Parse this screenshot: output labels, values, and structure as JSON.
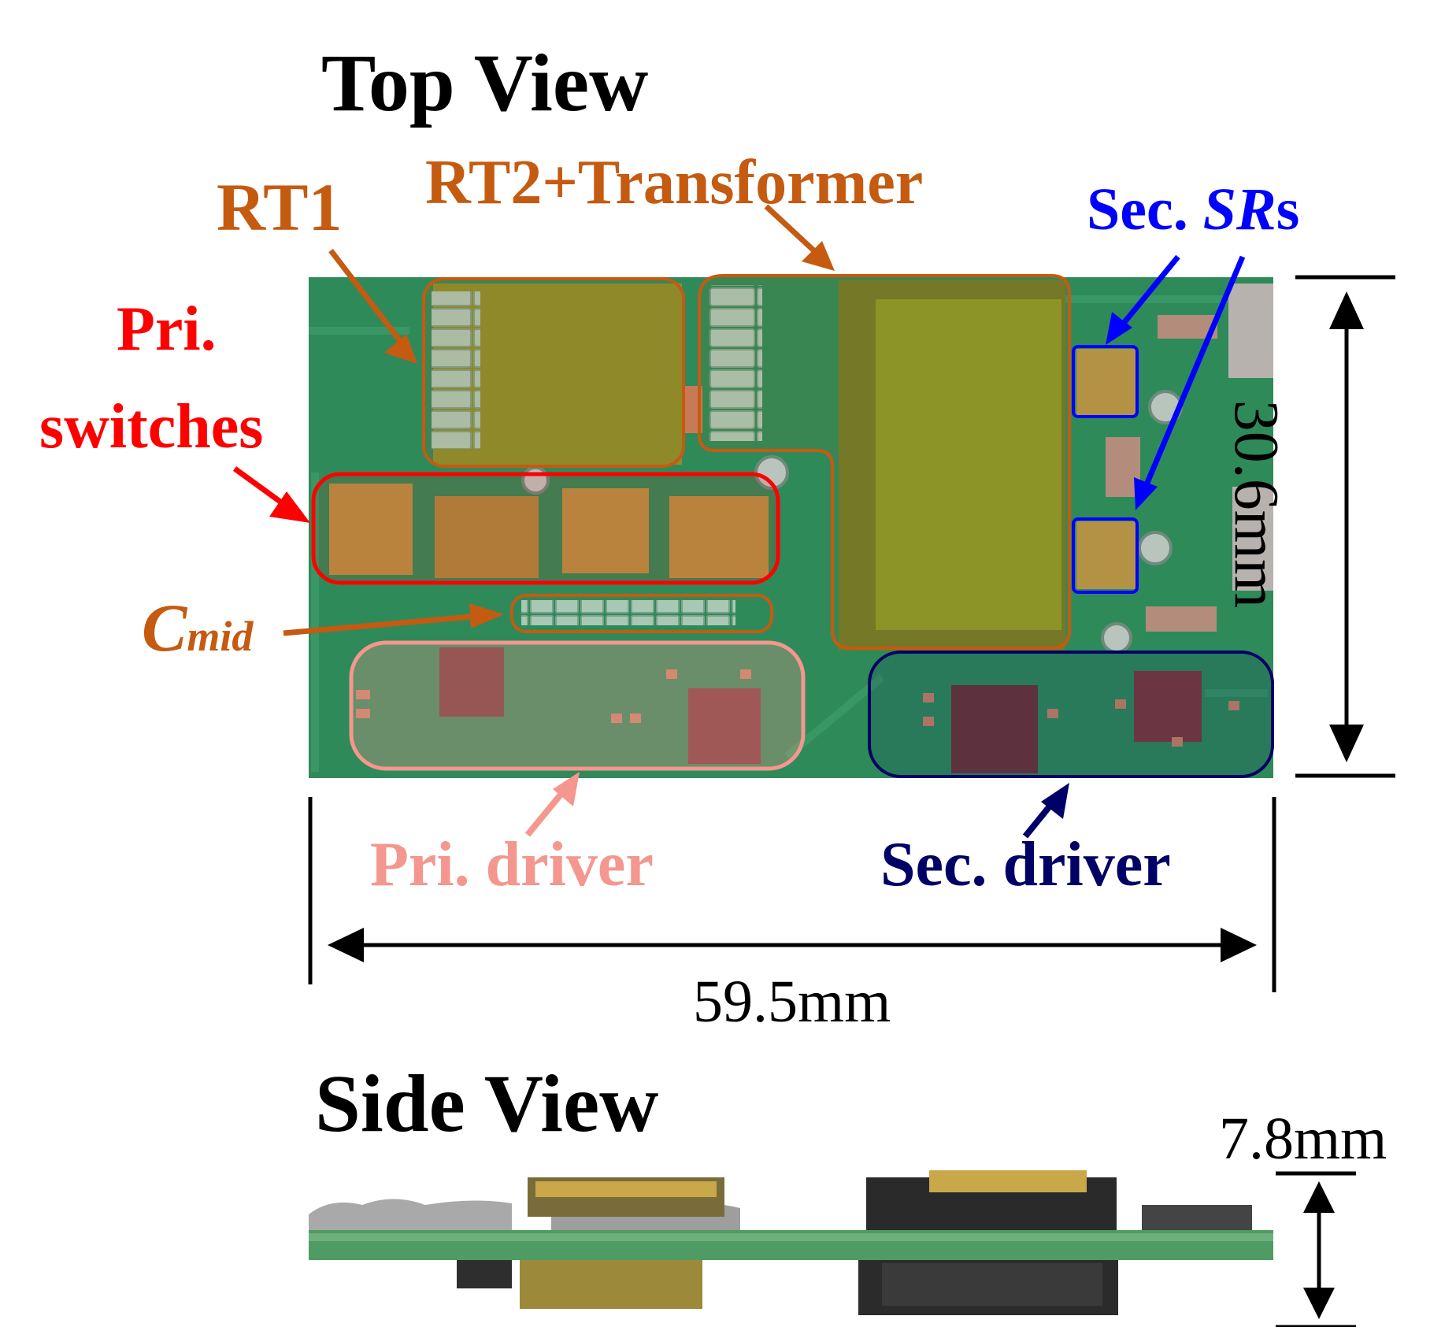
{
  "titles": {
    "top": "Top View",
    "side": "Side View"
  },
  "labels": {
    "rt1": "RT1",
    "rt2_transformer": "RT2+Transformer",
    "sec_srs_prefix": "Sec. ",
    "sec_srs_italic": "SR",
    "sec_srs_suffix": "s",
    "pri_switches_line1": "Pri.",
    "pri_switches_line2": "switches",
    "cmid_main": "C",
    "cmid_sub": "mid",
    "pri_driver": "Pri. driver",
    "sec_driver": "Sec. driver"
  },
  "dimensions": {
    "width": "59.5mm",
    "height": "30.6mm",
    "thickness": "7.8mm"
  },
  "colors": {
    "rt": "#c55a11",
    "pri_switches": "#ff0000",
    "sec_srs": "#0000ff",
    "pri_driver": "#f4978e",
    "sec_driver": "#000066",
    "pcb": "#2f8a5a"
  }
}
